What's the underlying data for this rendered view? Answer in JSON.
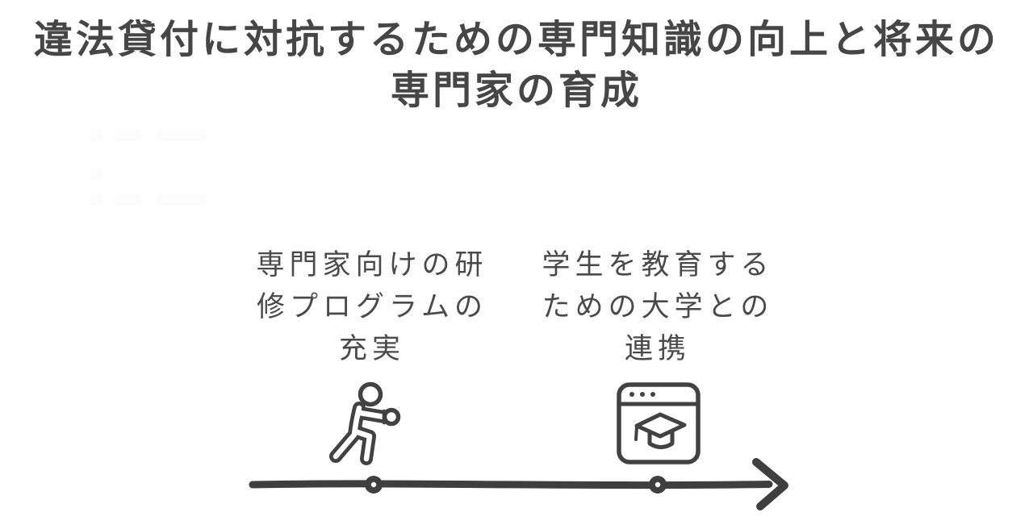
{
  "title": "違法貸付に対抗するための専門知識の向上と将来の専門家の育成",
  "colors": {
    "background": "#ffffff",
    "title_text": "#464646",
    "label_text": "#4a4a4a",
    "line_ink": "#3f3f3f",
    "icon_ink": "#424242",
    "ghost_placeholder": "#fcfcfc"
  },
  "timeline": {
    "direction": "left-to-right",
    "milestones": [
      {
        "label": "専門家向けの研修プログラムの充実",
        "icon": "boxer-icon"
      },
      {
        "label": "学生を教育するための大学との連携",
        "icon": "online-education-icon"
      }
    ]
  }
}
